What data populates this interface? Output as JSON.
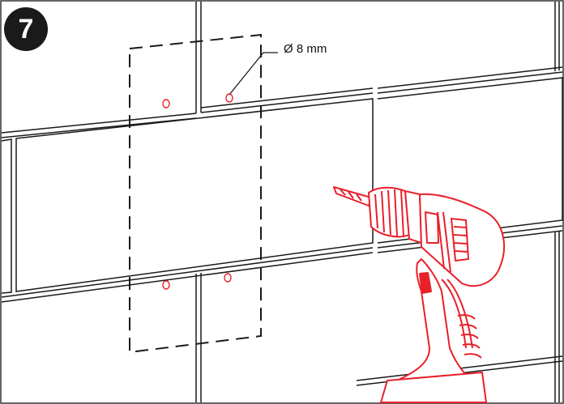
{
  "step": {
    "number": "7"
  },
  "drill_hole": {
    "label": "Ø 8 mm"
  },
  "colors": {
    "line": "#1a1a1a",
    "accent": "#e8202a",
    "frame": "#333333"
  },
  "icons": [
    "tile-wall",
    "template-outline",
    "drill-hole-marker",
    "cordless-drill"
  ]
}
